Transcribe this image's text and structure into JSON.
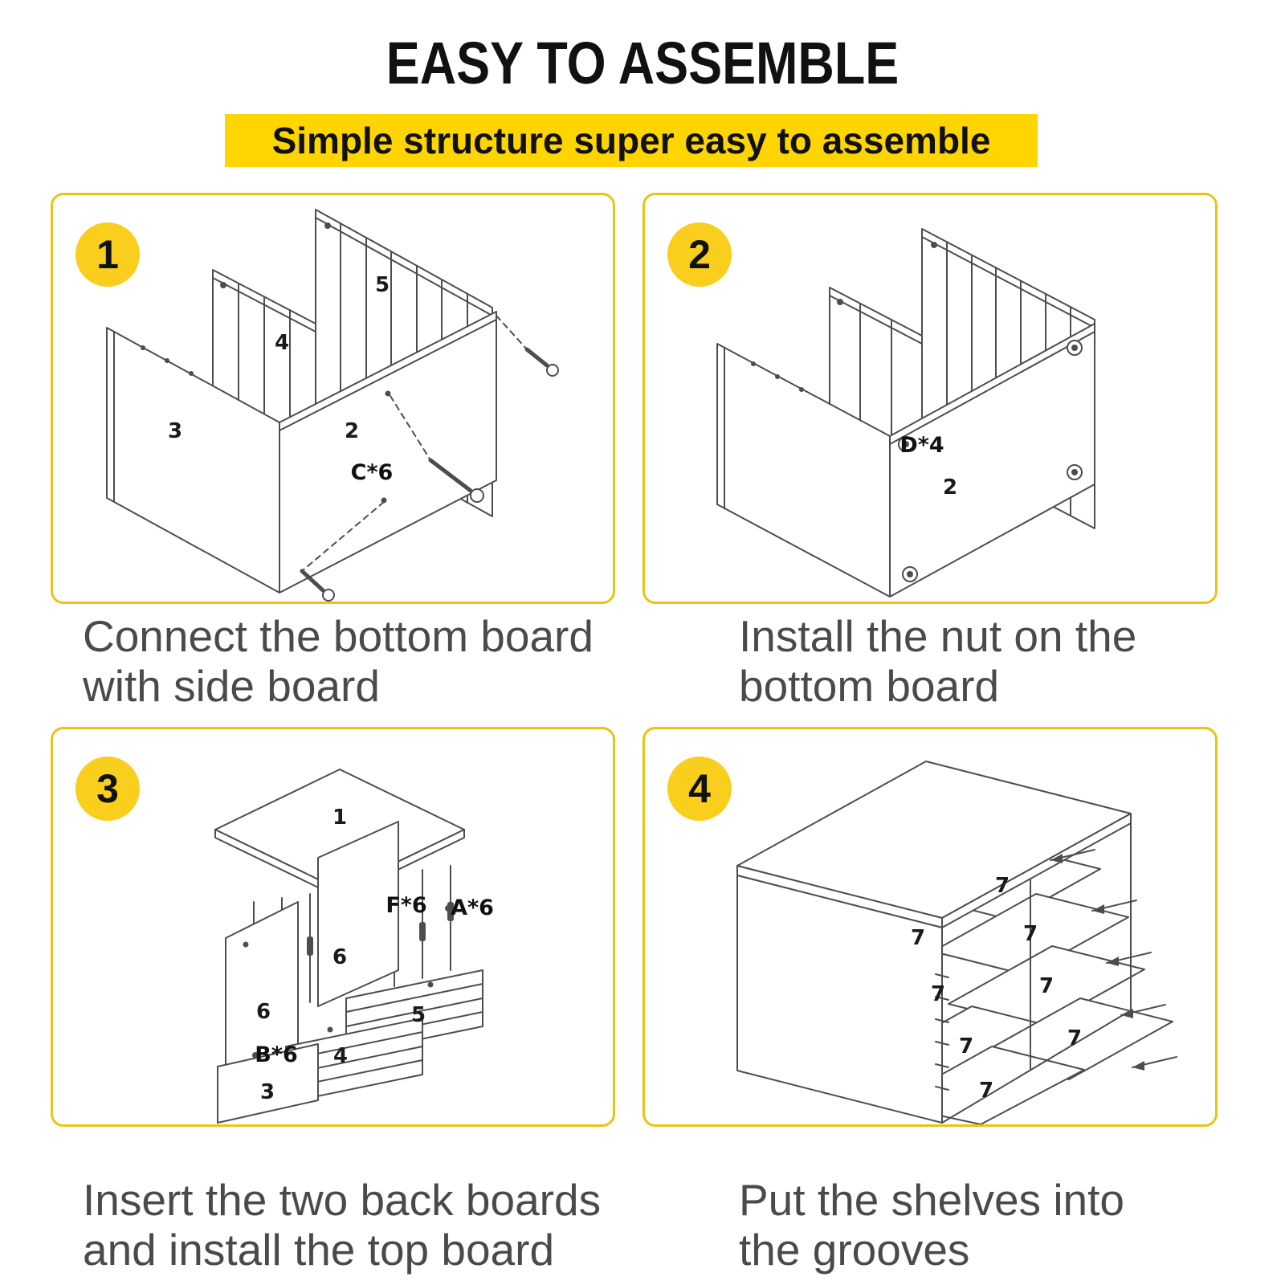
{
  "page": {
    "title": "EASY TO ASSEMBLE",
    "banner": "Simple structure super easy to assemble",
    "colors": {
      "banner_yellow": "#FFD500",
      "badge_yellow": "#F9CE1D",
      "panel_border": "#E8C414",
      "caption_gray": "#4A4A4A",
      "title_black": "#111111",
      "drawing_line_gray": "#4D4D4D"
    }
  },
  "steps": [
    {
      "number": "1",
      "caption_line1": "Connect the bottom board",
      "caption_line2": "with side board",
      "part_labels": [
        "5",
        "4",
        "3",
        "2",
        "C*6"
      ]
    },
    {
      "number": "2",
      "caption_line1": "Install the nut on the",
      "caption_line2": "bottom board",
      "part_labels": [
        "D*4",
        "2"
      ]
    },
    {
      "number": "3",
      "caption_line1": "Insert the two back boards",
      "caption_line2": "and install the top board",
      "part_labels": [
        "1",
        "F*6",
        "A*6",
        "6",
        "6",
        "5",
        "4",
        "B*6",
        "3"
      ]
    },
    {
      "number": "4",
      "caption_line1": "Put the shelves into",
      "caption_line2": "the grooves",
      "part_labels": [
        "7",
        "7",
        "7",
        "7",
        "7",
        "7",
        "7",
        "7"
      ]
    }
  ]
}
